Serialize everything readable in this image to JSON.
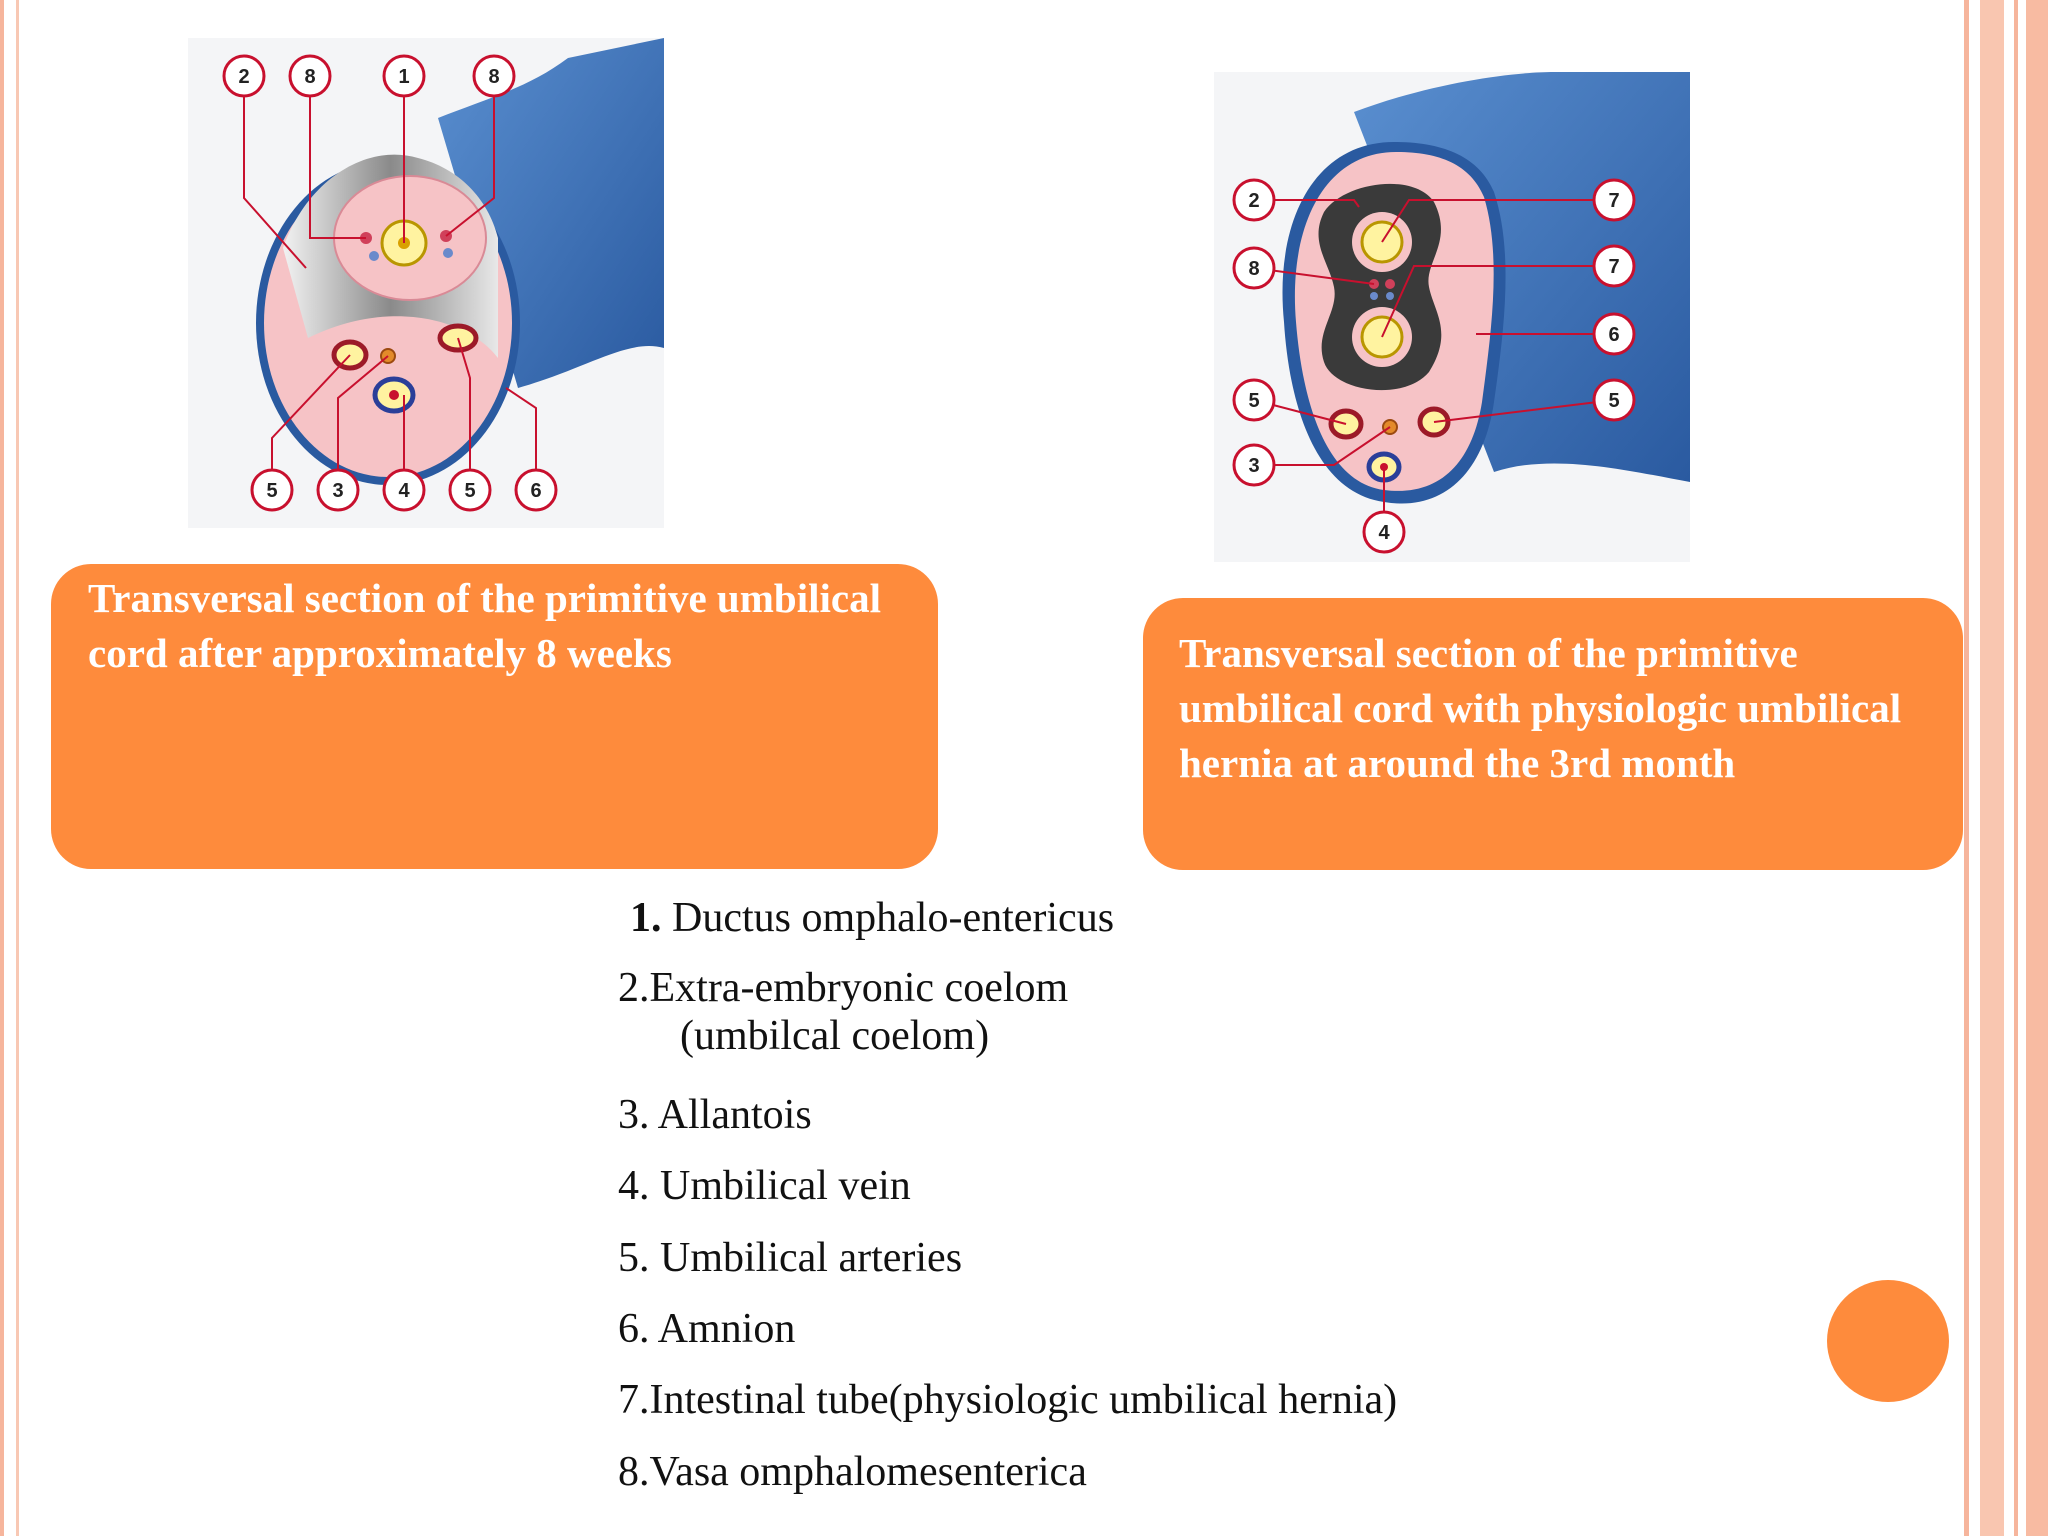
{
  "figures": {
    "left": {
      "labels_top": [
        "2",
        "8",
        "1",
        "8"
      ],
      "labels_bottom": [
        "5",
        "3",
        "4",
        "5",
        "6"
      ]
    },
    "right": {
      "labels_left": [
        "2",
        "8",
        "5",
        "3"
      ],
      "labels_right": [
        "7",
        "7",
        "6",
        "5"
      ],
      "label_bottom": "4"
    }
  },
  "captions": {
    "left": "Transversal section of the primitive umbilical cord after approximately 8 weeks",
    "right": "Transversal section of the primitive umbilical cord with physiologic umbilical hernia at around the 3rd month"
  },
  "legend": [
    {
      "num": "1.",
      "text": " Ductus omphalo-entericus"
    },
    {
      "num": "2.",
      "text": "Extra-embryonic coelom",
      "cont": "(umbilcal coelom)"
    },
    {
      "num": "3.",
      "text": " Allantois"
    },
    {
      "num": "4.",
      "text": " Umbilical vein"
    },
    {
      "num": "5.",
      "text": " Umbilical arteries"
    },
    {
      "num": "6.",
      "text": " Amnion"
    },
    {
      "num": "7.",
      "text": "Intestinal tube(physiologic umbilical hernia)"
    },
    {
      "num": "8.",
      "text": "Vasa omphalomesenterica"
    }
  ],
  "colors": {
    "accent": "#fe8b3c",
    "border": "#f6b59c",
    "embryo_blue": "#2f6fb5",
    "cord_pink": "#f6c3c6",
    "label_red": "#c8102e"
  }
}
